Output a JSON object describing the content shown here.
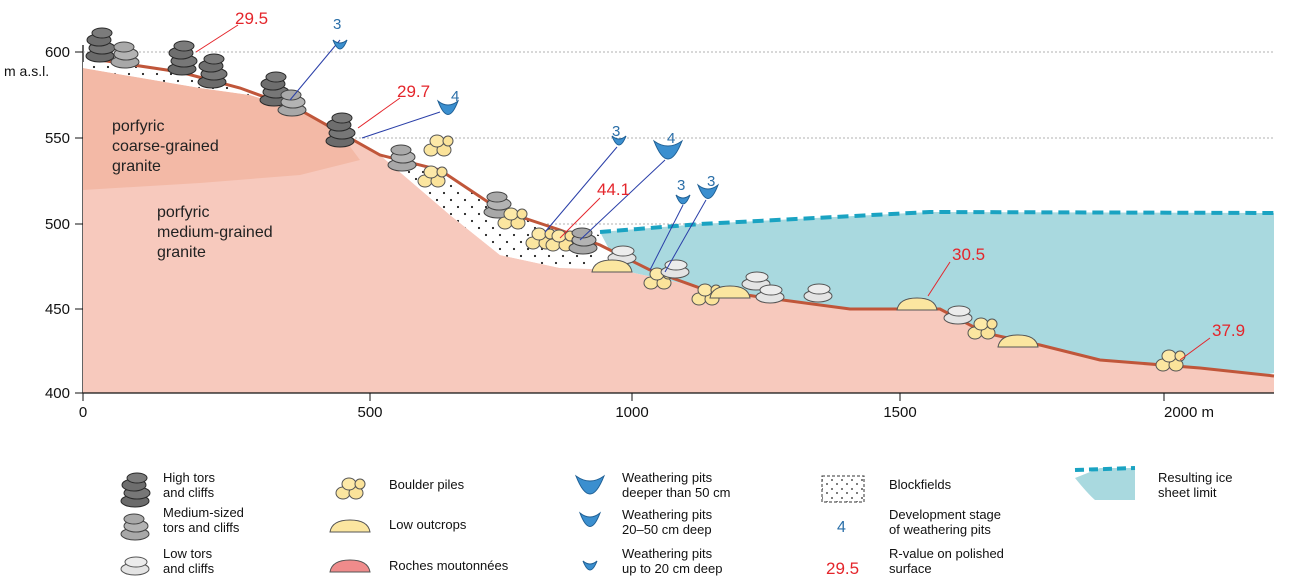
{
  "axes": {
    "y_ticks": [
      "600",
      "550",
      "500",
      "450",
      "400"
    ],
    "y_unit": "m a.s.l.",
    "x_ticks": [
      "0",
      "500",
      "1000",
      "1500",
      "2000 m"
    ]
  },
  "rock_units": {
    "coarse": [
      "porfyric",
      "coarse-grained",
      "granite"
    ],
    "medium": [
      "porfyric",
      "medium-grained",
      "granite"
    ]
  },
  "r_values": [
    "29.5",
    "29.7",
    "44.1",
    "30.5",
    "37.9"
  ],
  "pit_stages": [
    "3",
    "4",
    "3",
    "4",
    "3",
    "3"
  ],
  "legend": {
    "high_tors": [
      "High tors",
      "and cliffs"
    ],
    "medium_tors": [
      "Medium-sized",
      "tors and cliffs"
    ],
    "low_tors": [
      "Low tors",
      "and cliffs"
    ],
    "boulder_piles": "Boulder piles",
    "low_outcrops": "Low outcrops",
    "roches": "Roches moutonnées",
    "pits_deep": [
      "Weathering pits",
      "deeper than 50 cm"
    ],
    "pits_mid": [
      "Weathering pits",
      "20–50 cm deep"
    ],
    "pits_small": [
      "Weathering pits",
      "up to 20 cm deep"
    ],
    "blockfields": "Blockfields",
    "dev_stage": [
      "Development stage",
      "of weathering pits"
    ],
    "dev_stage_num": "4",
    "rvalue": [
      "R-value on polished",
      "surface"
    ],
    "rvalue_num": "29.5",
    "ice": [
      "Resulting ice",
      "sheet limit"
    ]
  },
  "colors": {
    "bedrock": "#f7c9bd",
    "coarse_band": "#f3b9a6",
    "profile_line": "#c0563a",
    "ice": "#a9d9df",
    "ice_line": "#1aa3c2",
    "pit_blue": "#3b8fcf",
    "rvalue_red": "#e4252b",
    "stage_blue": "#2b6fa8"
  }
}
